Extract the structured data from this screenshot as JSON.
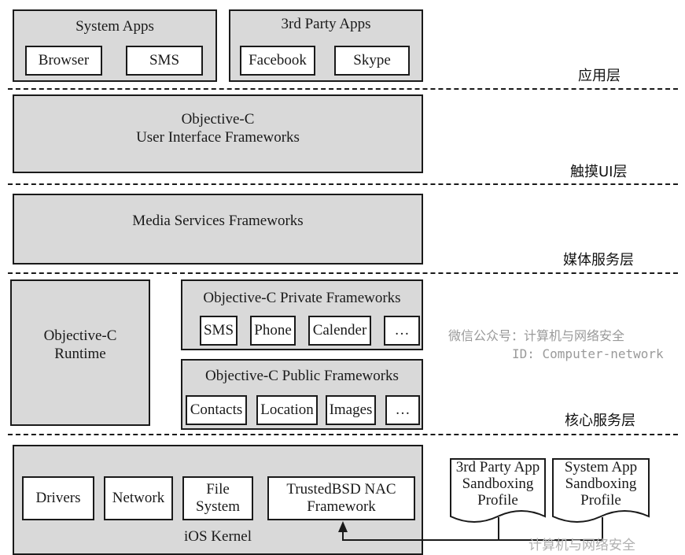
{
  "app_layer": {
    "system_apps": {
      "title": "System Apps",
      "items": [
        "Browser",
        "SMS"
      ]
    },
    "third_party_apps": {
      "title": "3rd Party Apps",
      "items": [
        "Facebook",
        "Skype"
      ]
    },
    "layer_label": "应用层"
  },
  "touch_layer": {
    "line1": "Objective-C",
    "line2": "User Interface Frameworks",
    "layer_label": "触摸UI层"
  },
  "media_layer": {
    "title": "Media Services Frameworks",
    "layer_label": "媒体服务层"
  },
  "core_layer": {
    "runtime_line1": "Objective-C",
    "runtime_line2": "Runtime",
    "private": {
      "title": "Objective-C Private Frameworks",
      "items": [
        "SMS",
        "Phone",
        "Calender",
        "…"
      ]
    },
    "public": {
      "title": "Objective-C Public Frameworks",
      "items": [
        "Contacts",
        "Location",
        "Images",
        "…"
      ]
    },
    "layer_label": "核心服务层"
  },
  "kernel_layer": {
    "title": "iOS Kernel",
    "drivers": "Drivers",
    "network": "Network",
    "file_system_line1": "File",
    "file_system_line2": "System",
    "nac_line1": "TrustedBSD NAC",
    "nac_line2": "Framework",
    "sandbox_third_party": [
      "3rd Party App",
      "Sandboxing",
      "Profile"
    ],
    "sandbox_system": [
      "System App",
      "Sandboxing",
      "Profile"
    ]
  },
  "watermark": {
    "line1": "微信公众号：计算机与网络安全",
    "line2": "ID: Computer-network",
    "bottom": "计算机与网络安全"
  }
}
